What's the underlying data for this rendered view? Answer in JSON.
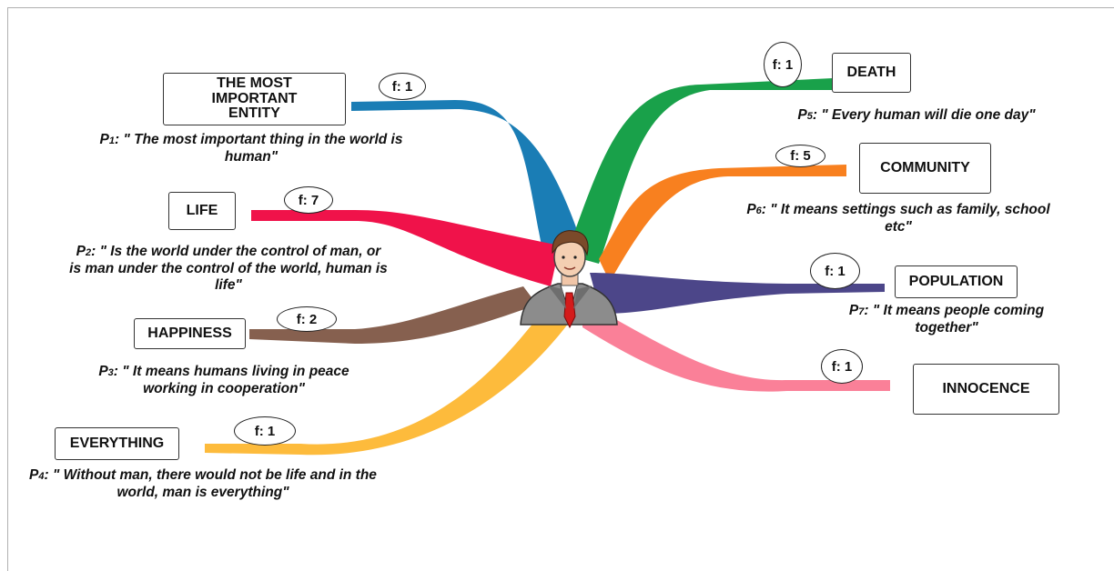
{
  "center": {
    "icon": "businessman-icon"
  },
  "branches": [
    {
      "id": "b1",
      "label": "THE MOST IMPORTANT ENTITY",
      "freq": "f: 1",
      "quote_id": "P",
      "quote_sub": "1",
      "quote": ": \" The most important thing in the world is human\"",
      "color": "#1a7db5"
    },
    {
      "id": "b2",
      "label": "LIFE",
      "freq": "f: 7",
      "quote_id": "P",
      "quote_sub": "2",
      "quote": ": \" Is the world under the control of man, or is man under the control of the world, human is life\"",
      "color": "#f0124a"
    },
    {
      "id": "b3",
      "label": "HAPPINESS",
      "freq": "f: 2",
      "quote_id": "P",
      "quote_sub": "3",
      "quote": ": \" It means humans living in peace working in cooperation\"",
      "color": "#86604f"
    },
    {
      "id": "b4",
      "label": "EVERYTHING",
      "freq": "f: 1",
      "quote_id": "P",
      "quote_sub": "4",
      "quote": ": \" Without man, there would not be life and in the world, man is everything\"",
      "color": "#fdbb3c"
    },
    {
      "id": "b5",
      "label": "DEATH",
      "freq": "f: 1",
      "quote_id": "P",
      "quote_sub": "5",
      "quote": ": \" Every human will die one day\"",
      "color": "#19a14a"
    },
    {
      "id": "b6",
      "label": "COMMUNITY",
      "freq": "f: 5",
      "quote_id": "P",
      "quote_sub": "6",
      "quote": ": \" It means settings such as family, school etc\"",
      "color": "#f8801f"
    },
    {
      "id": "b7",
      "label": "POPULATION",
      "freq": "f: 1",
      "quote_id": "P",
      "quote_sub": "7",
      "quote": ": \" It means people coming together\"",
      "color": "#4c4689"
    },
    {
      "id": "b8",
      "label": "INNOCENCE",
      "freq": "f: 1",
      "color": "#fa8098"
    }
  ]
}
